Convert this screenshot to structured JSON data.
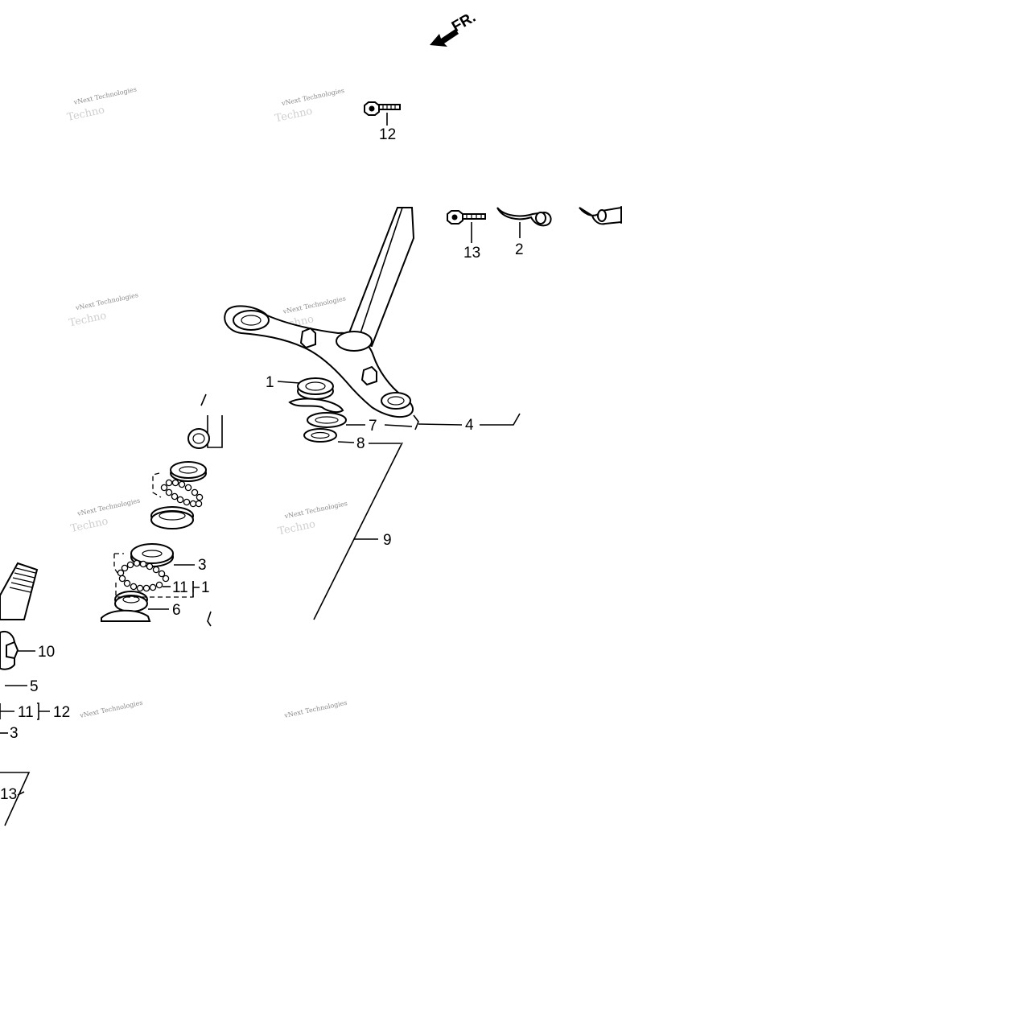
{
  "direction_marker": {
    "text": "FR.",
    "icon": "front-direction-arrow-icon"
  },
  "watermark": {
    "line1": "vNext Technologies",
    "line2": "Techno"
  },
  "callouts": [
    {
      "id": "c1",
      "text": "1"
    },
    {
      "id": "c2",
      "text": "2"
    },
    {
      "id": "c3a",
      "text": "3"
    },
    {
      "id": "c3b",
      "text": "3"
    },
    {
      "id": "c4",
      "text": "4"
    },
    {
      "id": "c5",
      "text": "5"
    },
    {
      "id": "c6",
      "text": "6"
    },
    {
      "id": "c7",
      "text": "7"
    },
    {
      "id": "c8",
      "text": "8"
    },
    {
      "id": "c9",
      "text": "9"
    },
    {
      "id": "c10",
      "text": "10"
    },
    {
      "id": "c11a",
      "text": "11"
    },
    {
      "id": "c11b",
      "text": "11"
    },
    {
      "id": "c12a",
      "text": "12"
    },
    {
      "id": "c12b",
      "text": "12"
    },
    {
      "id": "c13a",
      "text": "13"
    },
    {
      "id": "c13b",
      "text": "13"
    },
    {
      "id": "c1b",
      "text": "1"
    }
  ]
}
